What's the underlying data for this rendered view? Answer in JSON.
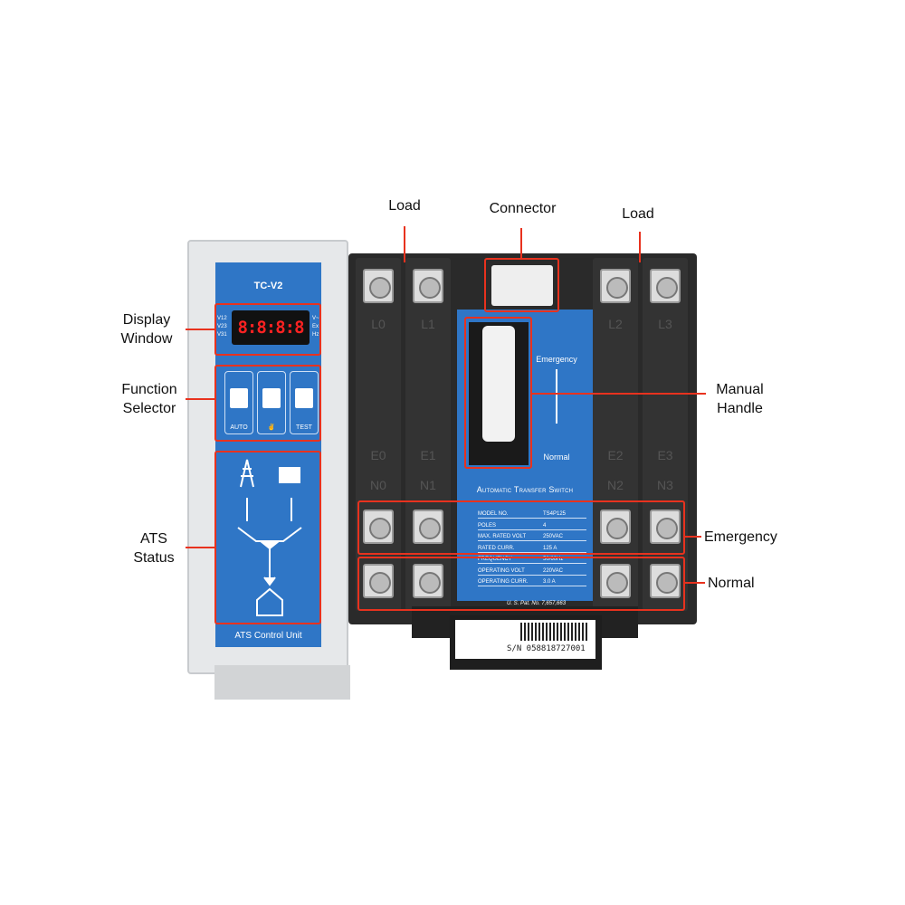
{
  "callouts": {
    "display": "Display\nWindow",
    "function": "Function\nSelector",
    "status": "ATS\nStatus",
    "load_left": "Load",
    "connector": "Connector",
    "load_right": "Load",
    "handle": "Manual\nHandle",
    "emergency": "Emergency",
    "normal": "Normal"
  },
  "control_unit": {
    "model": "TC-V2",
    "display": "8:8:8:8",
    "left_leds": [
      "V12",
      "V23",
      "V31"
    ],
    "right_leds": [
      "V~",
      "Ex",
      "Hz"
    ],
    "buttons": [
      "AUTO",
      "",
      "TEST"
    ],
    "footer": "ATS Control Unit"
  },
  "switch": {
    "top_terminals": [
      "L0",
      "L1",
      "L2",
      "L3"
    ],
    "mid_left": [
      "E0",
      "N0",
      "E1",
      "N1"
    ],
    "mid_right": [
      "E2",
      "N2",
      "E3",
      "N3"
    ],
    "handle_top": "Emergency",
    "handle_bottom": "Normal",
    "title": "Automatic Transfer Switch",
    "specs": [
      [
        "MODEL NO.",
        "TS4P125"
      ],
      [
        "POLES",
        "4"
      ],
      [
        "MAX. RATED VOLT",
        "250VAC"
      ],
      [
        "RATED CURR.",
        "125 A"
      ],
      [
        "FREQUENCY",
        "50/60Hz"
      ],
      [
        "OPERATING VOLT",
        "220VAC"
      ],
      [
        "OPERATING CURR.",
        "3.0 A"
      ]
    ],
    "patent": "U. S. Pat. No. 7,657,663",
    "serial": "S/N 058818727001"
  },
  "colors": {
    "accent": "#e8321e",
    "panel": "#2f76c6"
  }
}
